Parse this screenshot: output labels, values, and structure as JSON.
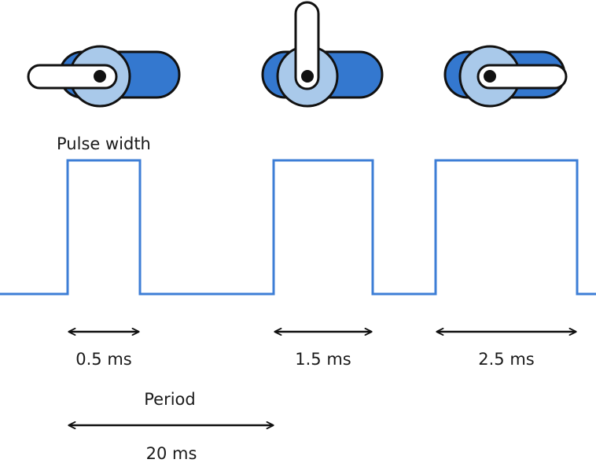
{
  "labels": {
    "pulse_width": "Pulse width",
    "period": "Period",
    "period_value": "20 ms"
  },
  "pulses": [
    {
      "width_label": "0.5 ms",
      "servo_position": "left"
    },
    {
      "width_label": "1.5 ms",
      "servo_position": "up"
    },
    {
      "width_label": "2.5 ms",
      "servo_position": "right"
    }
  ],
  "colors": {
    "signal": "#3d7ed6",
    "servo_body_dark": "#3478cf",
    "servo_disc_light": "#a9c9ea",
    "outline": "#111111",
    "arm": "#ffffff"
  }
}
